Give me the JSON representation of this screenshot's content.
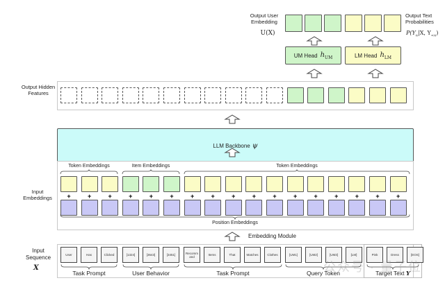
{
  "output": {
    "user_embedding_label": "Output User Embedding",
    "user_embedding_math": "U(X)",
    "text_prob_label": "Output Text Probabilities",
    "text_prob_math": "P(Y",
    "text_prob_math_sub": "n",
    "text_prob_math_rest": "|X, Y",
    "text_prob_math_sub2": "<n",
    "text_prob_math_end": ")"
  },
  "heads": {
    "um": {
      "label": "UM Head",
      "symbol": "h",
      "sub": "UM"
    },
    "lm": {
      "label": "LM Head",
      "symbol": "h",
      "sub": "LM"
    }
  },
  "hidden_features": {
    "label": "Output Hidden Features",
    "cells": [
      "dashed",
      "dashed",
      "dashed",
      "dashed",
      "dashed",
      "dashed",
      "dashed",
      "dashed",
      "dashed",
      "dashed",
      "dashed",
      "green",
      "green",
      "green",
      "yellow",
      "yellow",
      "yellow"
    ]
  },
  "backbone": {
    "label": "LLM Backbone",
    "symbol": "ψ"
  },
  "input_embeddings": {
    "label": "Input Embeddings",
    "top_row": [
      "yellow",
      "yellow",
      "yellow",
      "green",
      "green",
      "green",
      "yellow",
      "yellow",
      "yellow",
      "yellow",
      "yellow",
      "yellow",
      "yellow",
      "yellow",
      "yellow",
      "yellow",
      "yellow"
    ],
    "groups": [
      {
        "label": "Token Embeddings"
      },
      {
        "label": "Item Embeddings"
      },
      {
        "label": "Token Embeddings"
      }
    ],
    "position_label": "Position Embeddings",
    "plus_symbol": "+"
  },
  "embedding_module": {
    "label": "Embedding Module"
  },
  "input_sequence": {
    "label": "Input Sequence",
    "math": "X",
    "tokens": [
      "User",
      "Has",
      "Clicked",
      "[1324]",
      "[3643]",
      "[3451]",
      "Recomm and",
      "Items",
      "That",
      "Matches",
      "Clothes",
      "[UM1]",
      "[UM2]",
      "[UM3]",
      "[LM]",
      "Pink",
      "Dress",
      "[EOS]"
    ],
    "groups": [
      {
        "label": "Task Prompt"
      },
      {
        "label": "User Behavior"
      },
      {
        "label": "Task Prompt"
      },
      {
        "label": "Query Token"
      },
      {
        "label": "Target Text"
      }
    ],
    "target_math": "Y"
  },
  "watermark": "公众号 · 量子位",
  "colors": {
    "green": "#cff5c9",
    "yellow": "#fbfcc6",
    "purple": "#c9c8f6",
    "cyan": "#cbfbf9"
  }
}
